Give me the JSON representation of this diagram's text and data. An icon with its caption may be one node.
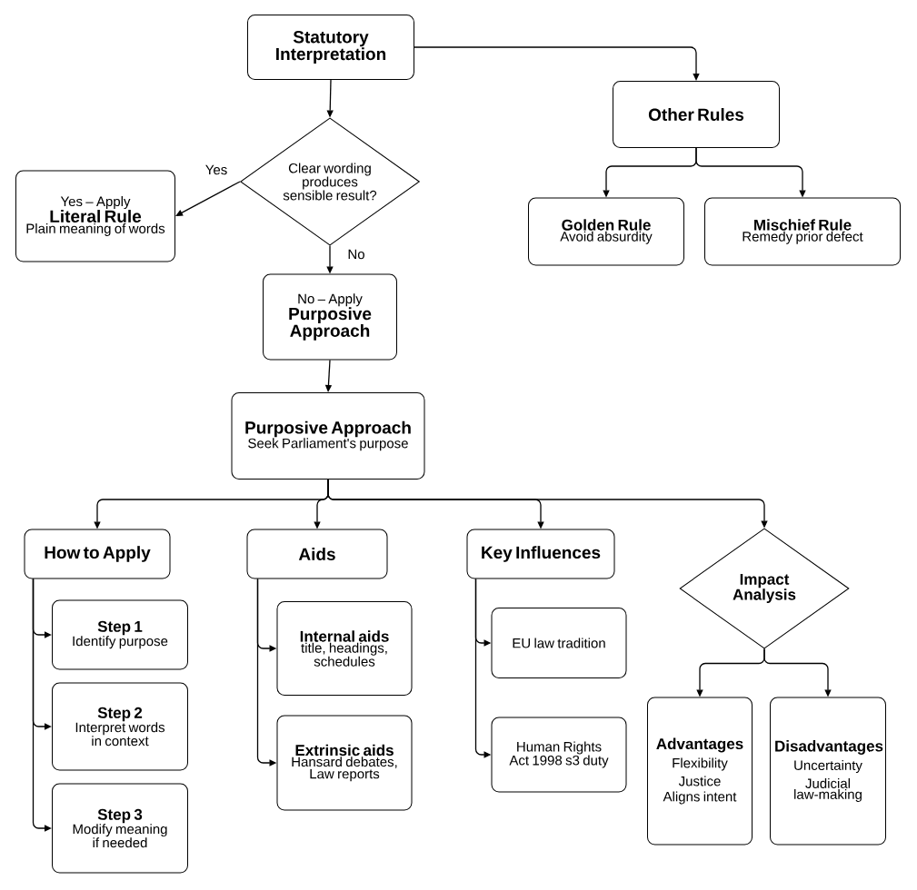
{
  "diagram": {
    "nodes": [
      {
        "text": [
          "Statutory Interpretation"
        ]
      },
      {
        "text": [
          "Clear wording produces sensible result?"
        ]
      },
      {
        "text": [
          "Yes – Apply",
          "Literal Rule",
          "Plain meaning of words"
        ]
      },
      {
        "text": [
          "No – Apply",
          "Purposive Approach"
        ]
      },
      {
        "text": [
          "Other Rules"
        ]
      },
      {
        "text": [
          "Golden Rule",
          "Avoid absurdity"
        ]
      },
      {
        "text": [
          "Mischief Rule",
          "Remedy prior defect"
        ]
      },
      {
        "text": [
          "Purposive Approach",
          "Seek Parliament's purpose"
        ]
      },
      {
        "text": [
          "How to Apply"
        ]
      },
      {
        "text": [
          "Aids"
        ]
      },
      {
        "text": [
          "Key Influences"
        ]
      },
      {
        "text": [
          "Impact Analysis"
        ]
      },
      {
        "text": [
          "Step 1",
          "Identify purpose"
        ]
      },
      {
        "text": [
          "Step 2",
          "Interpret words in context"
        ]
      },
      {
        "text": [
          "Step 3",
          "Modify meaning if needed"
        ]
      },
      {
        "text": [
          "Internal aids",
          "title, headings, schedules"
        ]
      },
      {
        "text": [
          "Extrinsic aids",
          "Hansard debates, Law reports"
        ]
      },
      {
        "text": [
          "EU law tradition"
        ]
      },
      {
        "text": [
          "Human Rights Act 1998 s3 duty"
        ]
      },
      {
        "text": [
          "Advantages",
          "Flexibility",
          "Justice",
          "Aligns intent"
        ]
      },
      {
        "text": [
          "Disadvantages",
          "Uncertainty",
          "Judicial law-making"
        ]
      }
    ],
    "edges": [
      {
        "from": 0,
        "to": 1,
        "arrow": "to"
      },
      {
        "from": 1,
        "to": 2,
        "arrow": "to",
        "label": "Yes"
      },
      {
        "from": 1,
        "to": 3,
        "arrow": "to",
        "label": "No"
      },
      {
        "from": 0,
        "to": 4,
        "arrow": "to"
      },
      {
        "from": 4,
        "to": 5,
        "arrow": "to"
      },
      {
        "from": 4,
        "to": 6,
        "arrow": "to"
      },
      {
        "from": 3,
        "to": 7,
        "arrow": "to"
      },
      {
        "from": 7,
        "to": 8,
        "arrow": "to"
      },
      {
        "from": 7,
        "to": 9,
        "arrow": "to"
      },
      {
        "from": 7,
        "to": 10,
        "arrow": "to"
      },
      {
        "from": 7,
        "to": 11,
        "arrow": "to"
      },
      {
        "from": 8,
        "to": 12,
        "arrow": "to"
      },
      {
        "from": 8,
        "to": 13,
        "arrow": "to"
      },
      {
        "from": 8,
        "to": 14,
        "arrow": "to"
      },
      {
        "from": 9,
        "to": 15,
        "arrow": "to"
      },
      {
        "from": 9,
        "to": 16,
        "arrow": "to"
      },
      {
        "from": 10,
        "to": 17,
        "arrow": "to"
      },
      {
        "from": 10,
        "to": 18,
        "arrow": "to"
      },
      {
        "from": 11,
        "to": 19,
        "arrow": "to"
      },
      {
        "from": 11,
        "to": 20,
        "arrow": "to"
      }
    ]
  }
}
